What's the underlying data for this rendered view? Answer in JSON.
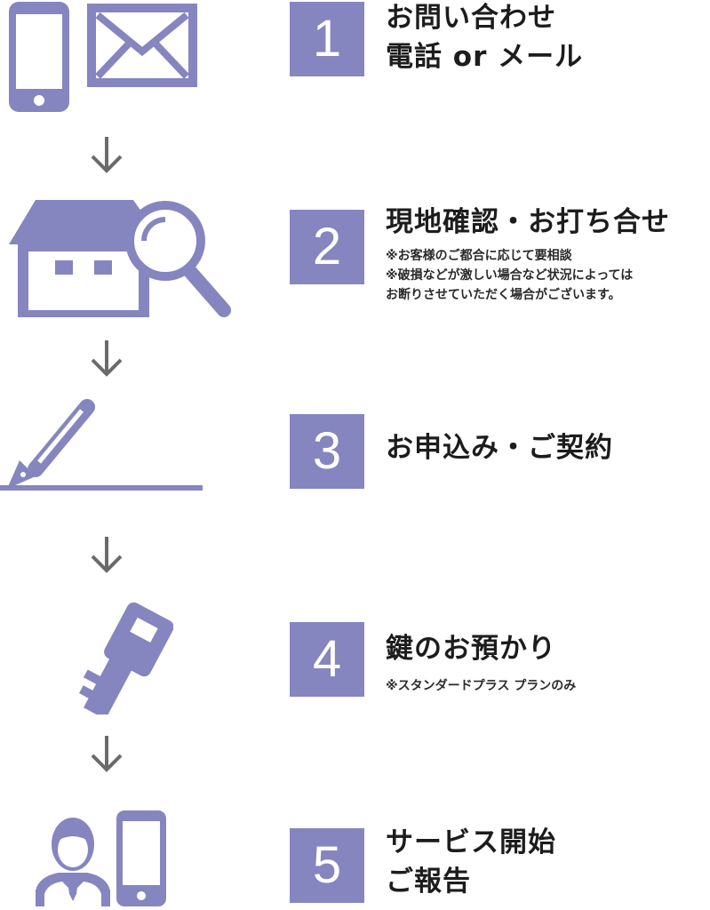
{
  "colors": {
    "accent": "#8586bf",
    "arrow": "#6a6a6a",
    "text": "#1c1c1c"
  },
  "steps": [
    {
      "number": "1",
      "title_line1": "お問い合わせ",
      "title_line2": "電話 or メール",
      "icons": [
        "smartphone-icon",
        "mail-icon"
      ]
    },
    {
      "number": "2",
      "title_line1": "現地確認・お打ち合せ",
      "notes": [
        "※お客様のご都合に応じて要相談",
        "※破損などが激しい場合など状況によっては",
        "お断りさせていただく場合がございます。"
      ],
      "icons": [
        "house-icon",
        "magnifier-icon"
      ]
    },
    {
      "number": "3",
      "title_line1": "お申込み・ご契約",
      "icons": [
        "fountain-pen-icon"
      ]
    },
    {
      "number": "4",
      "title_line1": "鍵のお預かり",
      "notes": [
        "※スタンダードプラス プランのみ"
      ],
      "icons": [
        "key-icon"
      ]
    },
    {
      "number": "5",
      "title_line1": "サービス開始",
      "title_line2": "ご報告",
      "icons": [
        "person-icon",
        "smartphone-icon"
      ]
    }
  ]
}
